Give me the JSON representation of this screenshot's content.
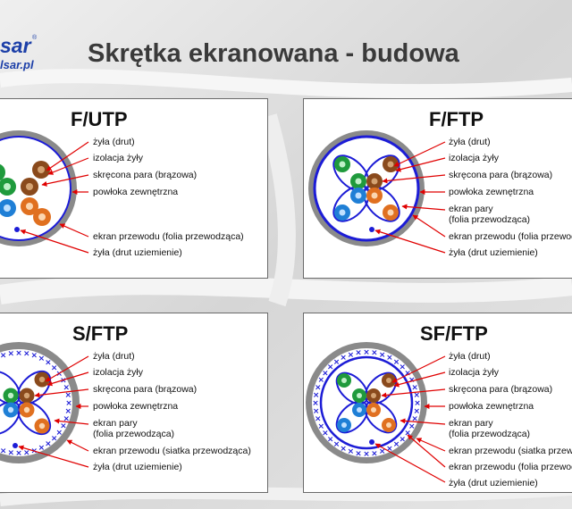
{
  "logo": {
    "line1": "sar",
    "registered": "®",
    "line2": "lsar.pl"
  },
  "title": "Skrętka ekranowana - budowa",
  "panels": [
    {
      "title": "F/UTP",
      "labels": [
        "żyła (drut)",
        "izolacja żyły",
        "skręcona para (brązowa)",
        "powłoka zewnętrzna",
        "ekran przewodu (folia przewodząca)",
        "żyła (drut uziemienie)"
      ]
    },
    {
      "title": "F/FTP",
      "labels": [
        "żyła (drut)",
        "izolacja żyły",
        "skręcona para (brązowa)",
        "powłoka zewnętrzna",
        "ekran pary",
        "(folia przewodząca)",
        "ekran przewodu (folia przewodzącej)",
        "żyła (drut uziemienie)"
      ]
    },
    {
      "title": "S/FTP",
      "labels": [
        "żyła (drut)",
        "izolacja żyły",
        "skręcona para (brązowa)",
        "powłoka zewnętrzna",
        "ekran pary",
        "(folia przewodząca)",
        "ekran przewodu (siatka przewodząca)",
        "żyła (drut uziemienie)"
      ]
    },
    {
      "title": "SF/FTP",
      "labels": [
        "żyła (drut)",
        "izolacja żyły",
        "skręcona para (brązowa)",
        "powłoka zewnętrzna",
        "ekran pary",
        "(folia przewodząca)",
        "ekran przewodu (siatka przewodząca)",
        "ekran przewodu (folia przewodząca)",
        "żyła (drut uziemienie)"
      ]
    }
  ],
  "colors": {
    "arrow": "#e00000",
    "jacket": "#8a8a8a",
    "foil": "#1c1cd6",
    "braid": "#1c1cd6",
    "brown": "#8a4a1c",
    "orange": "#e07020",
    "green": "#1f9a3c",
    "blue": "#1f7fd6",
    "drain": "#1c1cd6"
  }
}
